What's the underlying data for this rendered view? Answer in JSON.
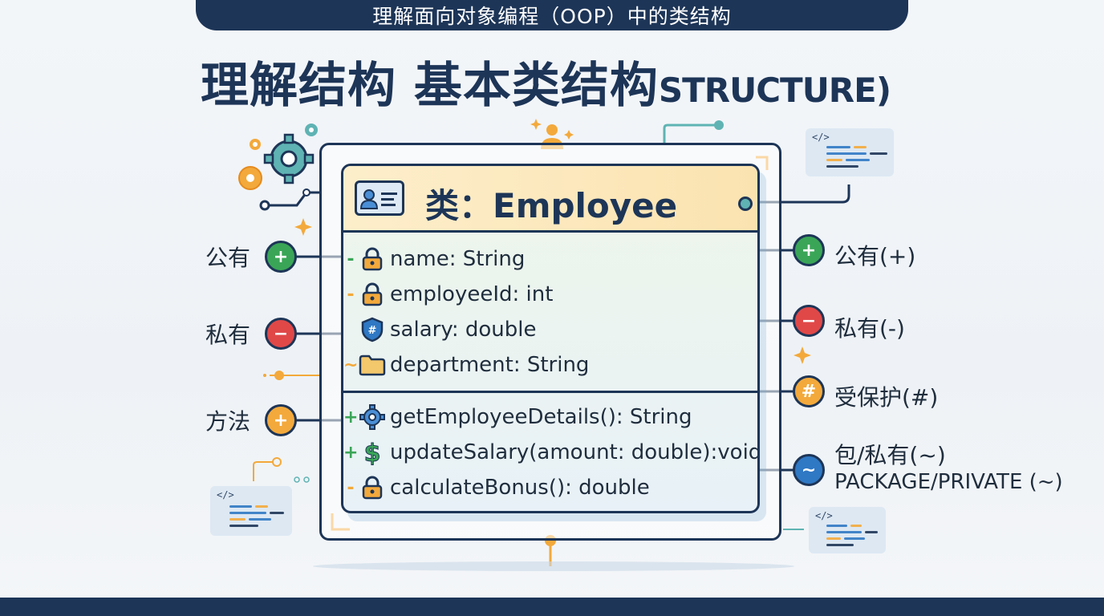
{
  "banner": {
    "title": "理解面向对象编程（OOP）中的类结构"
  },
  "heading": {
    "cn": "理解结构 基本类结构",
    "en": "STRUCTURE)"
  },
  "class_card": {
    "title": "类：Employee",
    "attributes": [
      {
        "mark": "-",
        "icon": "lock-icon",
        "text": "name: String"
      },
      {
        "mark": "-",
        "icon": "lock-icon",
        "text": "employeeId: int"
      },
      {
        "mark": "",
        "icon": "shield-hash-icon",
        "text": "salary: double"
      },
      {
        "mark": "~",
        "icon": "folder-icon",
        "text": "department: String"
      }
    ],
    "methods": [
      {
        "mark": "+",
        "icon": "gear-icon",
        "text": "getEmployeeDetails(): String"
      },
      {
        "mark": "+",
        "icon": "dollar-icon",
        "text": "updateSalary(amount: double):void"
      },
      {
        "mark": "-",
        "icon": "lock-icon",
        "text": "calculateBonus(): double"
      }
    ]
  },
  "left_labels": [
    {
      "text": "公有",
      "symbol": "+",
      "color": "#3aa557"
    },
    {
      "text": "私有",
      "symbol": "−",
      "color": "#e04848"
    },
    {
      "text": "方法",
      "symbol": "+",
      "color": "#f3a93b"
    }
  ],
  "legend": [
    {
      "text": "公有(+)",
      "symbol": "+",
      "color": "#3aa557"
    },
    {
      "text": "私有(-)",
      "symbol": "−",
      "color": "#e04848"
    },
    {
      "text": "受保护(#)",
      "symbol": "#",
      "color": "#f3a93b"
    },
    {
      "text": "包/私有(~)",
      "sub": "PACKAGE/PRIVATE (~)",
      "symbol": "~",
      "color": "#2f78c4"
    }
  ],
  "code_tag": "</>",
  "colors": {
    "navy": "#1d3557",
    "teal": "#5fb3b3",
    "orange": "#f3a93b"
  }
}
